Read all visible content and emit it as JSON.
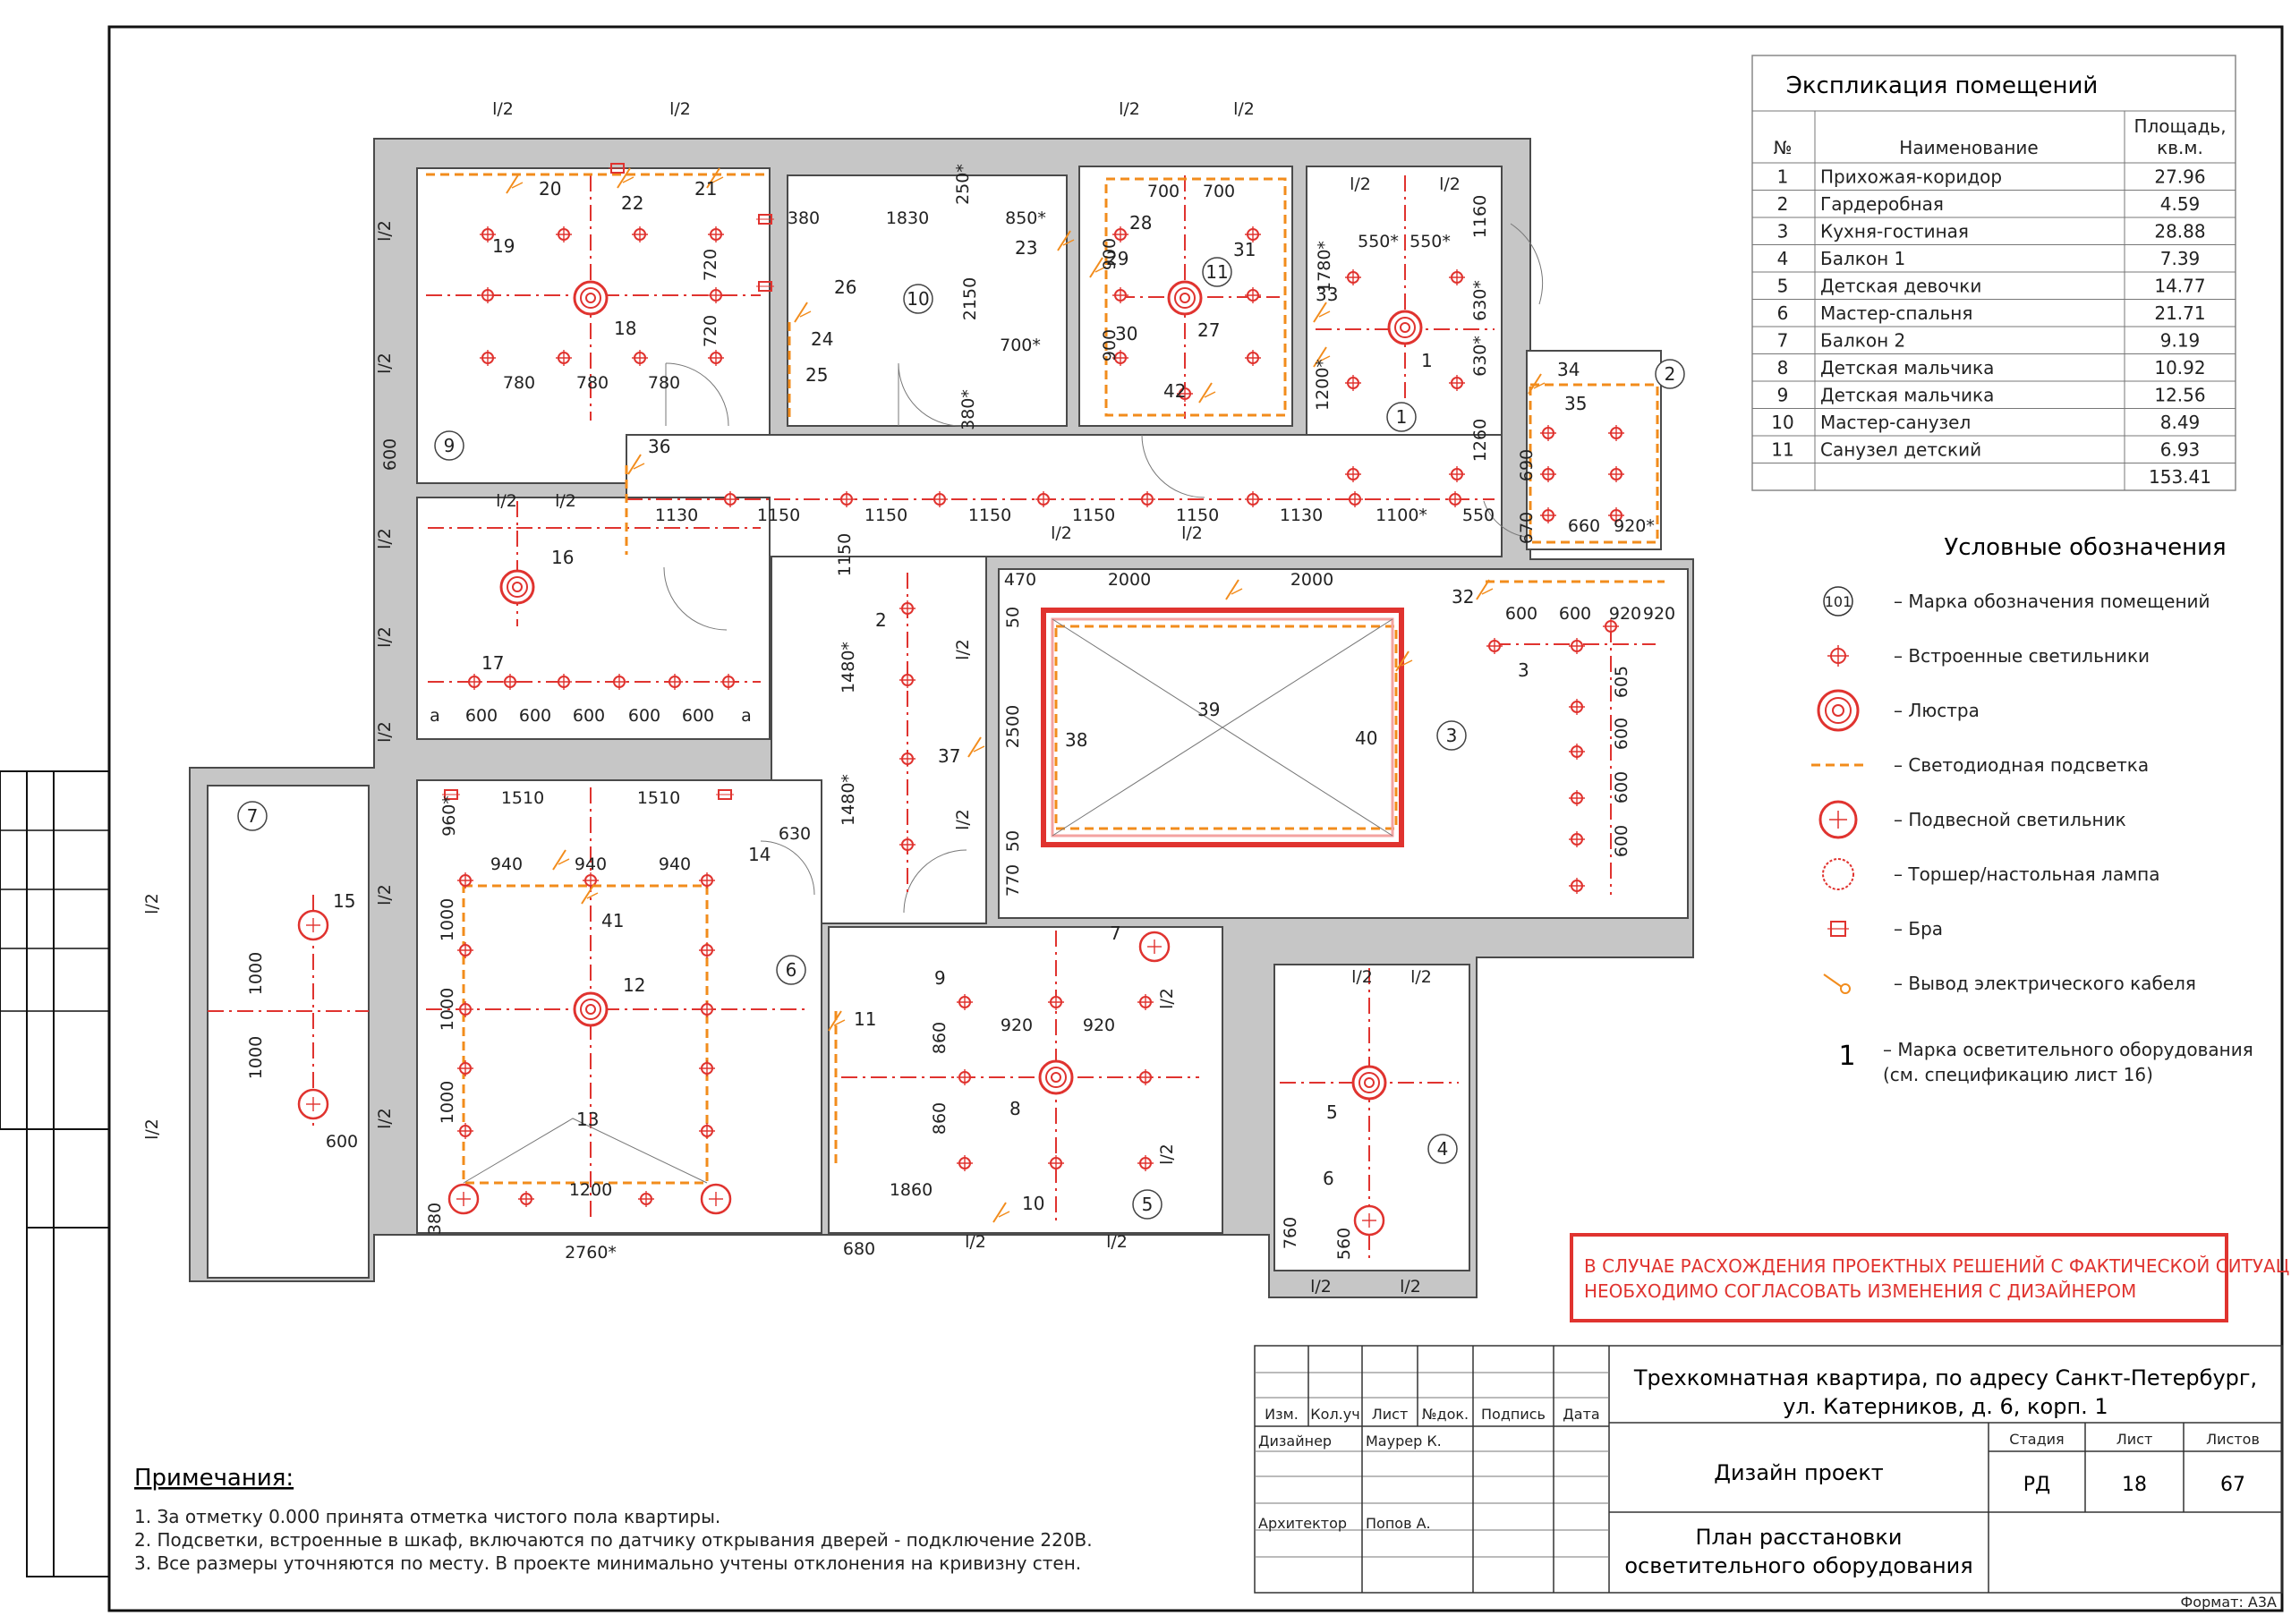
{
  "explication": {
    "title": "Экспликация помещений",
    "col_no": "№",
    "col_name": "Наименование",
    "col_area": [
      "Площадь,",
      "кв.м."
    ],
    "rows": [
      {
        "no": "1",
        "name": "Прихожая-коридор",
        "area": "27.96"
      },
      {
        "no": "2",
        "name": "Гардеробная",
        "area": "4.59"
      },
      {
        "no": "3",
        "name": "Кухня-гостиная",
        "area": "28.88"
      },
      {
        "no": "4",
        "name": "Балкон 1",
        "area": "7.39"
      },
      {
        "no": "5",
        "name": "Детская девочки",
        "area": "14.77"
      },
      {
        "no": "6",
        "name": "Мастер-спальня",
        "area": "21.71"
      },
      {
        "no": "7",
        "name": "Балкон 2",
        "area": "9.19"
      },
      {
        "no": "8",
        "name": "Детская мальчика",
        "area": "10.92"
      },
      {
        "no": "9",
        "name": "Детская мальчика",
        "area": "12.56"
      },
      {
        "no": "10",
        "name": "Мастер-санузел",
        "area": "8.49"
      },
      {
        "no": "11",
        "name": "Санузел детский",
        "area": "6.93"
      }
    ],
    "total": "153.41"
  },
  "legend": {
    "title": "Условные обозначения",
    "items": [
      {
        "icon": "room-mark-icon",
        "mark": "101",
        "label": "– Марка обозначения помещений"
      },
      {
        "icon": "recessed-light-icon",
        "label": "– Встроенные светильники"
      },
      {
        "icon": "chandelier-icon",
        "label": "– Люстра"
      },
      {
        "icon": "led-strip-icon",
        "label": "– Светодиодная подсветка"
      },
      {
        "icon": "pendant-light-icon",
        "label": "– Подвесной светильник"
      },
      {
        "icon": "floor-lamp-icon",
        "label": "– Торшер/настольная лампа"
      },
      {
        "icon": "sconce-icon",
        "label": "– Бра"
      },
      {
        "icon": "cable-outlet-icon",
        "label": "– Вывод электрического кабеля"
      }
    ],
    "equipment_mark": "1",
    "equipment_label": "– Марка осветительного оборудования",
    "equipment_note": "(см. спецификацию лист 16)"
  },
  "warning": {
    "line1": "В СЛУЧАЕ РАСХОЖДЕНИЯ ПРОЕКТНЫХ РЕШЕНИЙ С ФАКТИЧЕСКОЙ СИТУАЦИЕЙ",
    "line2": "НЕОБХОДИМО СОГЛАСОВАТЬ ИЗМЕНЕНИЯ С ДИЗАЙНЕРОМ"
  },
  "notes": {
    "title": "Примечания:",
    "items": [
      "1.   За отметку 0.000 принята отметка чистого пола квартиры.",
      "2.   Подсветки, встроенные в шкаф, включаются по датчику открывания дверей - подключение 220В.",
      "3.   Все размеры уточняются по месту. В проекте минимально учтены отклонения на кривизну стен."
    ]
  },
  "stamp": {
    "columns": [
      "Изм.",
      "Кол.уч",
      "Лист",
      "№док.",
      "Подпись",
      "Дата"
    ],
    "designer_role": "Дизайнер",
    "designer_name": "Маурер К.",
    "architect_role": "Архитектор",
    "architect_name": "Попов А.",
    "project_line1": "Трехкомнатная квартира, по адресу Санкт-Петербург,",
    "project_line2": "ул. Катерников, д. 6, корп. 1",
    "stage_title": "Дизайн проект",
    "col_stage": "Стадия",
    "col_sheet": "Лист",
    "col_sheets": "Листов",
    "stage": "РД",
    "sheet": "18",
    "sheets": "67",
    "drawing_line1": "План расстановки",
    "drawing_line2": "осветительного оборудования",
    "format": "Формат: А3А"
  },
  "plan": {
    "rooms": [
      "1",
      "2",
      "3",
      "4",
      "5",
      "6",
      "7",
      "9",
      "10",
      "11"
    ],
    "dims_top": [
      "l/2",
      "l/2",
      "l/2",
      "l/2"
    ],
    "corridor_dims": [
      "1130",
      "1150",
      "1150",
      "1150",
      "1150",
      "1150",
      "1130",
      "1100*",
      "550"
    ],
    "room9_dims": [
      "780",
      "780",
      "780",
      "720",
      "720",
      "600"
    ],
    "room10_dims": [
      "380",
      "1830",
      "850*",
      "250*",
      "2150",
      "700*",
      "380*"
    ],
    "room11_dims": [
      "700",
      "700",
      "900",
      "900"
    ],
    "room1_dims": [
      "550*",
      "550*",
      "1160",
      "630*",
      "630*",
      "1260",
      "1780*",
      "1200*"
    ],
    "wardrobe_dims": [
      "690",
      "670",
      "660",
      "920*"
    ],
    "kitchen_dims": [
      "470",
      "2000",
      "2000",
      "600",
      "600",
      "920",
      "920",
      "605",
      "600",
      "600",
      "600",
      "2500",
      "50",
      "50",
      "770"
    ],
    "corridor_v_dims": [
      "1150",
      "1480*",
      "1480*",
      "630"
    ],
    "strip_dims": [
      "a",
      "600",
      "600",
      "600",
      "600",
      "600",
      "a"
    ],
    "room6_dims": [
      "1510",
      "1510",
      "960*",
      "940",
      "940",
      "940",
      "1000",
      "1000",
      "1000",
      "1200",
      "2760*",
      "380"
    ],
    "room7_dims": [
      "1000",
      "1000",
      "600"
    ],
    "room5_dims": [
      "920",
      "920",
      "860",
      "860",
      "1860",
      "680"
    ],
    "room4_dims": [
      "760",
      "560"
    ],
    "fixture_marks": [
      "1",
      "2",
      "3",
      "5",
      "6",
      "7",
      "8",
      "9",
      "10",
      "11",
      "12",
      "13",
      "14",
      "15",
      "16",
      "17",
      "18",
      "19",
      "20",
      "21",
      "22",
      "23",
      "24",
      "25",
      "26",
      "27",
      "28",
      "29",
      "30",
      "31",
      "32",
      "33",
      "34",
      "35",
      "36",
      "37",
      "38",
      "39",
      "40",
      "41",
      "42"
    ]
  }
}
